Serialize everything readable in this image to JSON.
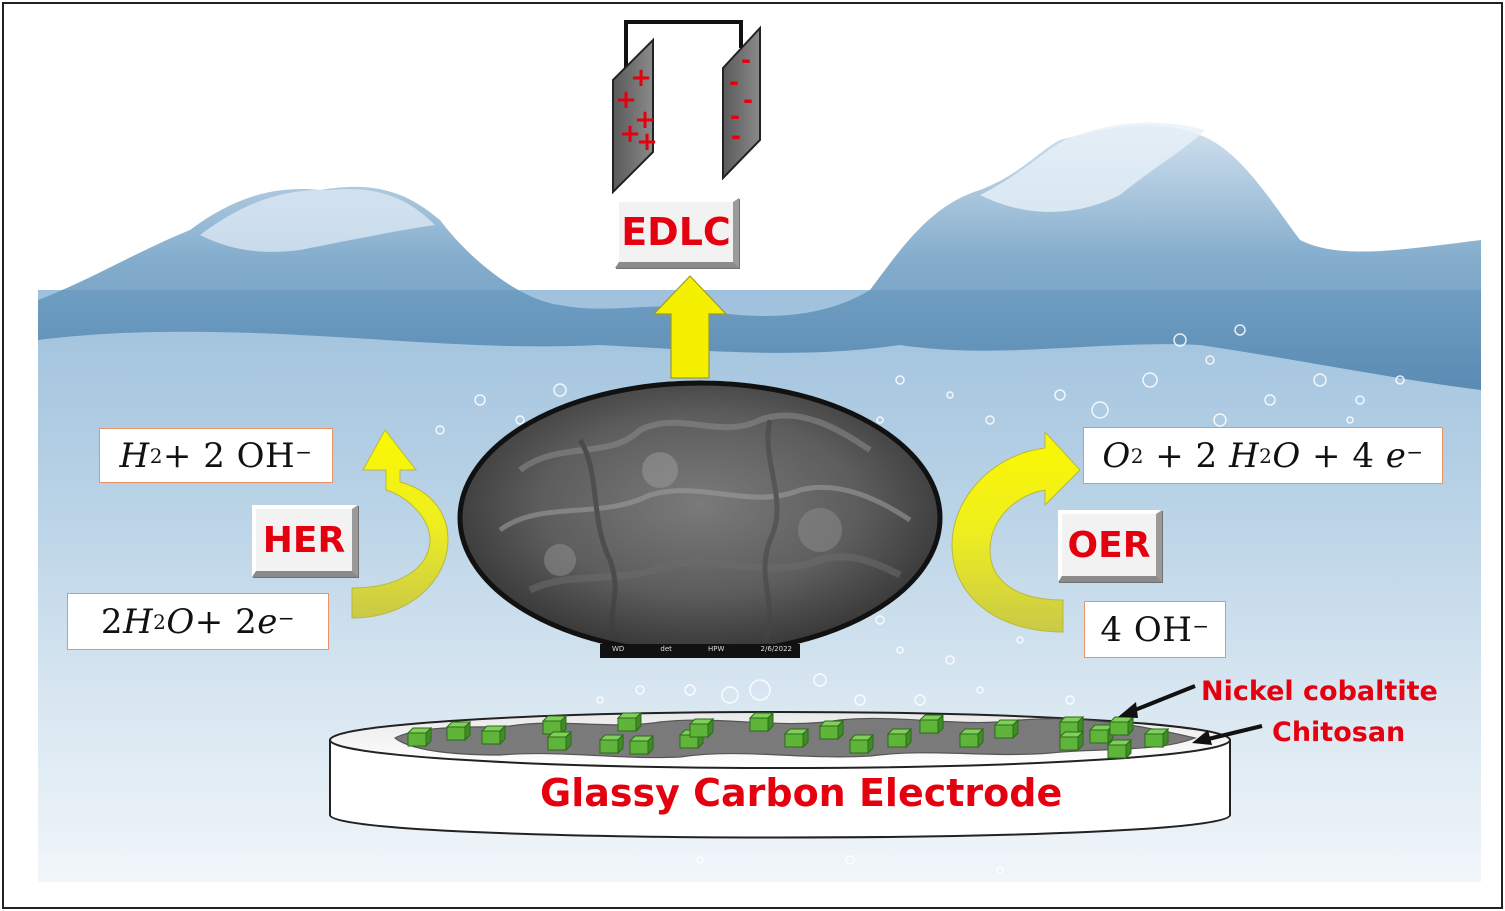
{
  "tags": {
    "edlc": "EDLC",
    "her": "HER",
    "oer": "OER"
  },
  "her": {
    "product": {
      "species": "H",
      "sub": "2",
      "rest": "+ 2 OH",
      "charge": "−"
    },
    "reactant": {
      "coef": "2 ",
      "species": "H",
      "sub": "2",
      "species2": "O",
      "rest": "+ 2 ",
      "e": "e",
      "charge": "−"
    }
  },
  "oer": {
    "product": {
      "species": "O",
      "sub": "2",
      "mid": " + 2 ",
      "species2": "H",
      "sub2": "2",
      "species3": "O",
      "rest": " + 4 ",
      "e": "e",
      "charge": "−"
    },
    "reactant": {
      "rest": "4 OH",
      "charge": "−"
    }
  },
  "capacitor": {
    "positive_signs": [
      "+",
      "+",
      "+",
      "+",
      "+"
    ],
    "negative_signs": [
      "-",
      "-",
      "-",
      "-",
      "-"
    ]
  },
  "sem_image": {
    "info_bar": [
      "WD",
      "det",
      "HPW",
      "2/6/2022"
    ]
  },
  "electrode": {
    "label": "Glassy Carbon Electrode",
    "callout_1": "Nickel cobaltite",
    "callout_2": "Chitosan"
  },
  "colors": {
    "accent_red": "#e4000f",
    "arrow_yellow": "#f5f000",
    "water_blue": "#6f9fc4",
    "cube_green": "#5fb43a",
    "label_border": "#e8946a"
  }
}
